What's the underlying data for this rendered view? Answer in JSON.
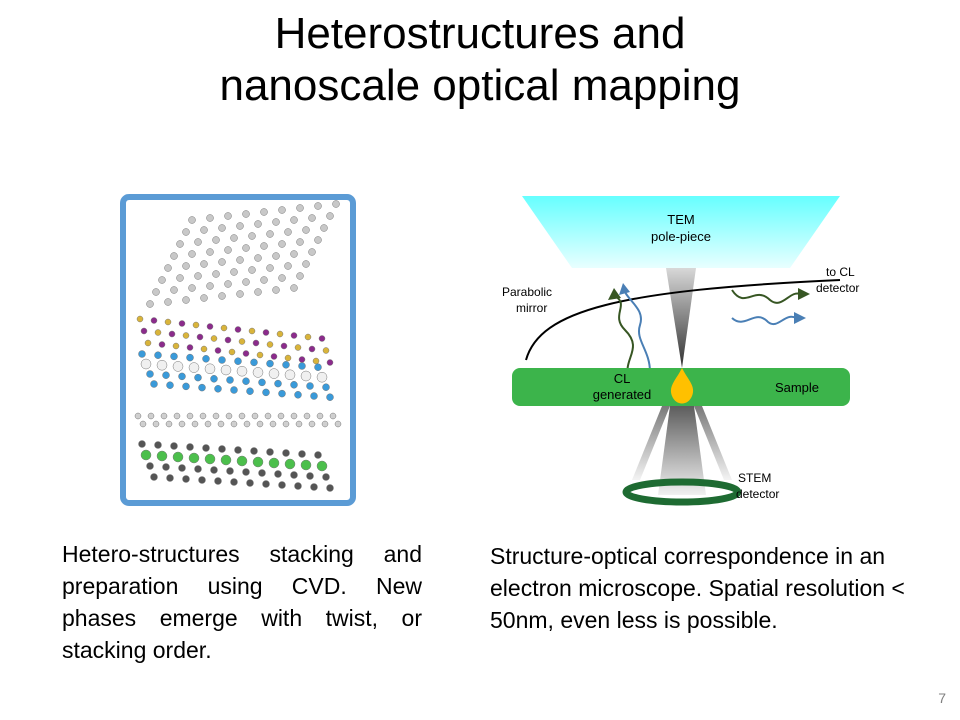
{
  "slide": {
    "title_line1": "Heterostructures and",
    "title_line2": "nanoscale optical mapping",
    "page_number": "7"
  },
  "left_figure": {
    "caption": "Hetero-structures stacking and preparation using CVD. New phases emerge with twist, or stacking order.",
    "frame_color": "#5b9bd5"
  },
  "right_figure": {
    "labels": {
      "tem_line1": "TEM",
      "tem_line2": "pole-piece",
      "to_cl_line1": "to CL",
      "to_cl_line2": "detector",
      "parabolic_line1": "Parabolic",
      "parabolic_line2": "mirror",
      "cl_line1": "CL",
      "cl_line2": "generated",
      "sample": "Sample",
      "stem_line1": "STEM",
      "stem_line2": "detector"
    },
    "caption": "Structure-optical correspondence in an electron microscope. Spatial resolution < 50nm, even less is possible.",
    "colors": {
      "pole_piece": "#66ffff",
      "sample": "#3cb44b",
      "cl_spot": "#ffc000",
      "stem_ring": "#1e6b32",
      "wave_green": "#375623",
      "wave_blue": "#4a7fb5"
    }
  }
}
